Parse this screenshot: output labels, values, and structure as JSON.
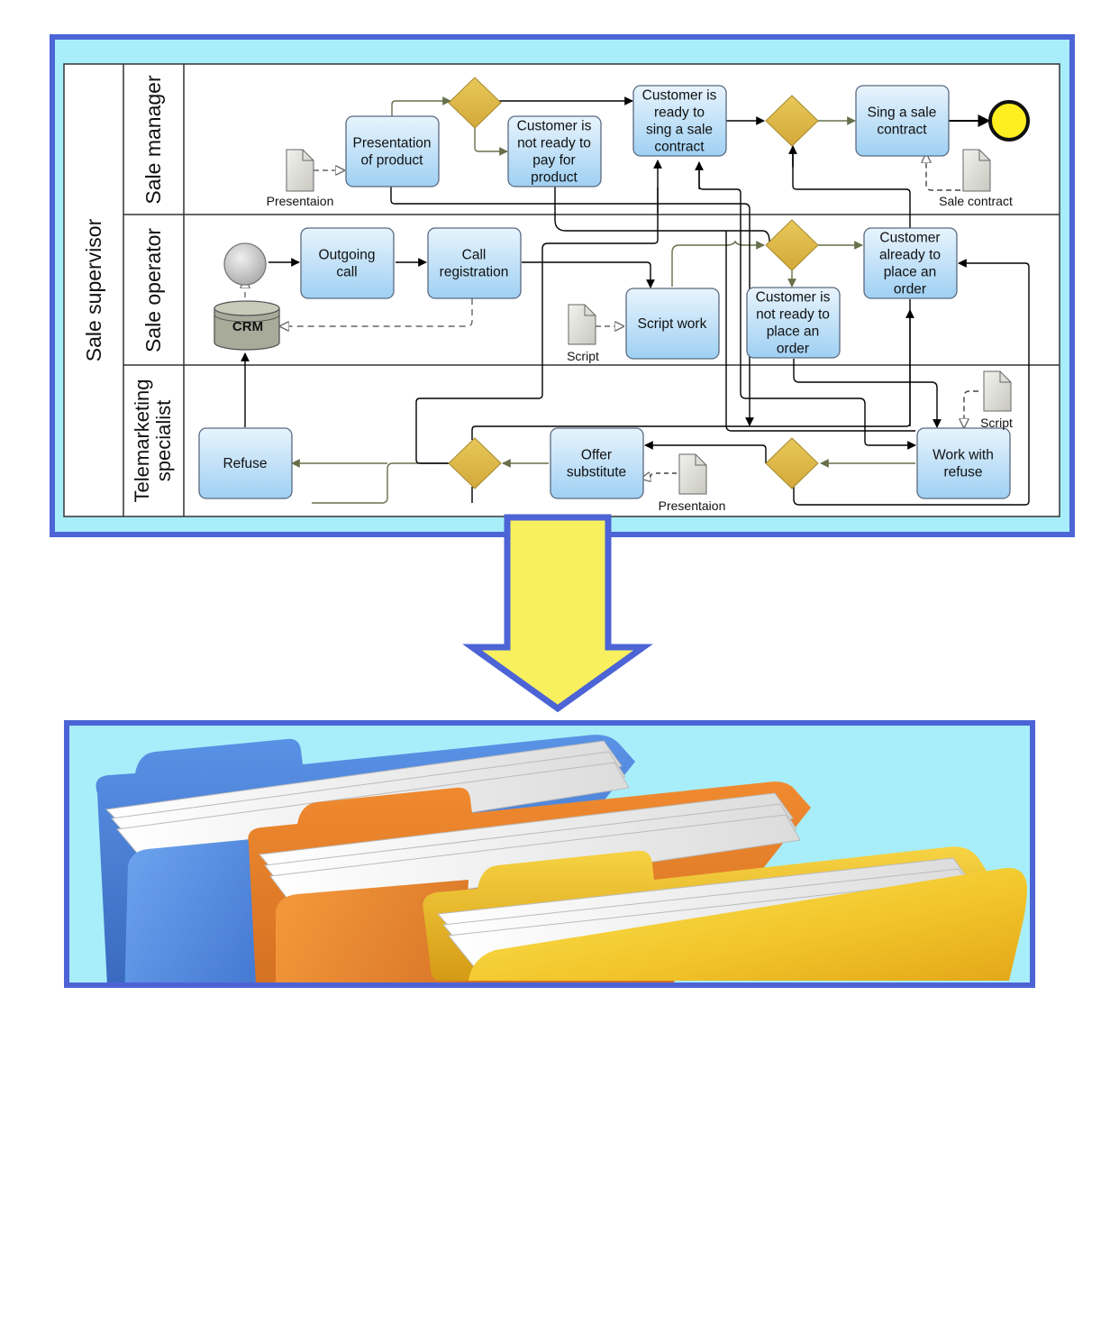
{
  "pool": {
    "label": "Sale supervisor"
  },
  "lanes": [
    "Sale manager",
    "Sale operator",
    "Telemarketing specialist"
  ],
  "tasks": {
    "presentation_of_product": [
      "Presentation",
      "of product"
    ],
    "not_ready_to_pay": [
      "Customer is",
      "not ready to",
      "pay for",
      "product"
    ],
    "ready_to_sign": [
      "Customer is",
      "ready to",
      "sing a sale",
      "contract"
    ],
    "sign_contract": [
      "Sing a sale",
      "contract"
    ],
    "outgoing_call": [
      "Outgoing",
      "call"
    ],
    "call_registration": [
      "Call",
      "registration"
    ],
    "script_work": [
      "Script work"
    ],
    "not_ready_to_order": [
      "Customer is",
      "not ready to",
      "place an",
      "order"
    ],
    "ready_to_order": [
      "Customer",
      "already to",
      "place an",
      "order"
    ],
    "refuse": [
      "Refuse"
    ],
    "offer_substitute": [
      "Offer",
      "substitute"
    ],
    "work_with_refuse": [
      "Work with",
      "refuse"
    ]
  },
  "artifacts": {
    "presentation_top": "Presentaion",
    "sale_contract": "Sale contract",
    "crm": "CRM",
    "script_middle": "Script",
    "script_bottom": "Script",
    "presentation_bottom": "Presentaion"
  },
  "colors": {
    "panel_background": "#a8eefa",
    "panel_border": "#4c64d6",
    "task_fill": "#b5dcf6",
    "gateway_fill": "#dcb545",
    "end_event_fill": "#ffee22",
    "arrow_fill": "#f8f05e",
    "folder_blue": "#3f78d8",
    "folder_orange": "#e0741c",
    "folder_yellow": "#f3c528"
  },
  "icons": {
    "down_arrow": "down-arrow-icon",
    "folders": "folders-icon"
  }
}
